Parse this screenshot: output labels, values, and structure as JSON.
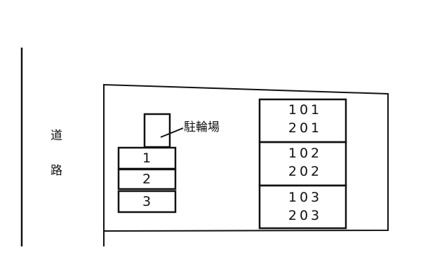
{
  "road": {
    "char1": "道",
    "char2": "路"
  },
  "bicycle_parking": {
    "label": "駐輪場"
  },
  "parking_slots": [
    "1",
    "2",
    "3"
  ],
  "building_units": [
    {
      "upper": "101",
      "lower": "201"
    },
    {
      "upper": "102",
      "lower": "202"
    },
    {
      "upper": "103",
      "lower": "203"
    }
  ]
}
